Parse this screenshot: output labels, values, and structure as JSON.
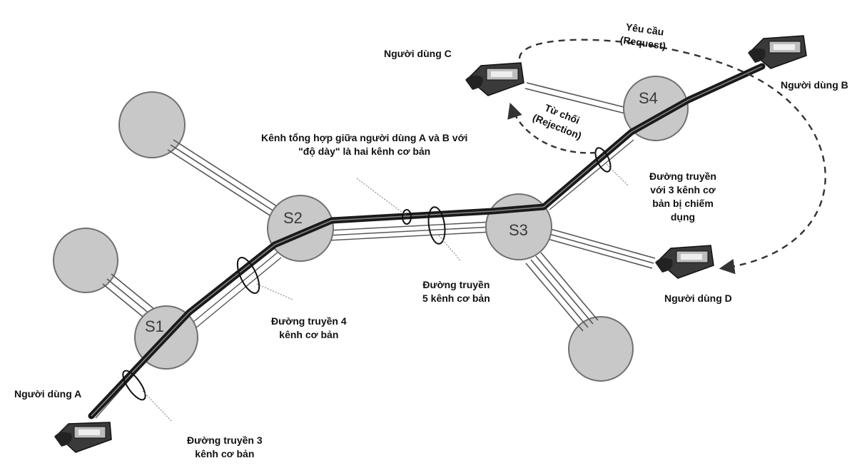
{
  "nodes": {
    "s1": "S1",
    "s2": "S2",
    "s3": "S3",
    "s4": "S4"
  },
  "users": {
    "a": "Người dùng A",
    "b": "Người dùng B",
    "c": "Người dùng C",
    "d": "Người dùng D"
  },
  "labels": {
    "aggregate_line1": "Kênh tổng hợp giữa người dùng A và B với",
    "aggregate_line2": "\"độ dày\" là hai kênh cơ bản",
    "link4_line1": "Đường truyền 4",
    "link4_line2": "kênh cơ bản",
    "link5_line1": "Đường truyền",
    "link5_line2": "5 kênh cơ bản",
    "link3_line1": "Đường truyền 3",
    "link3_line2": "kênh cơ bản",
    "busy_line1": "Đường truyền",
    "busy_line2": "với 3 kênh cơ",
    "busy_line3": "bản bị chiếm",
    "busy_line4": "dụng",
    "request_line1": "Yêu cầu",
    "request_line2": "(Request)",
    "reject_line1": "Từ chối",
    "reject_line2": "(Rejection)"
  },
  "colors": {
    "node_fill": "#c8c8c8",
    "node_stroke": "#707070",
    "thick_path": "#1a1a1a",
    "thin_lines": "#555555"
  }
}
